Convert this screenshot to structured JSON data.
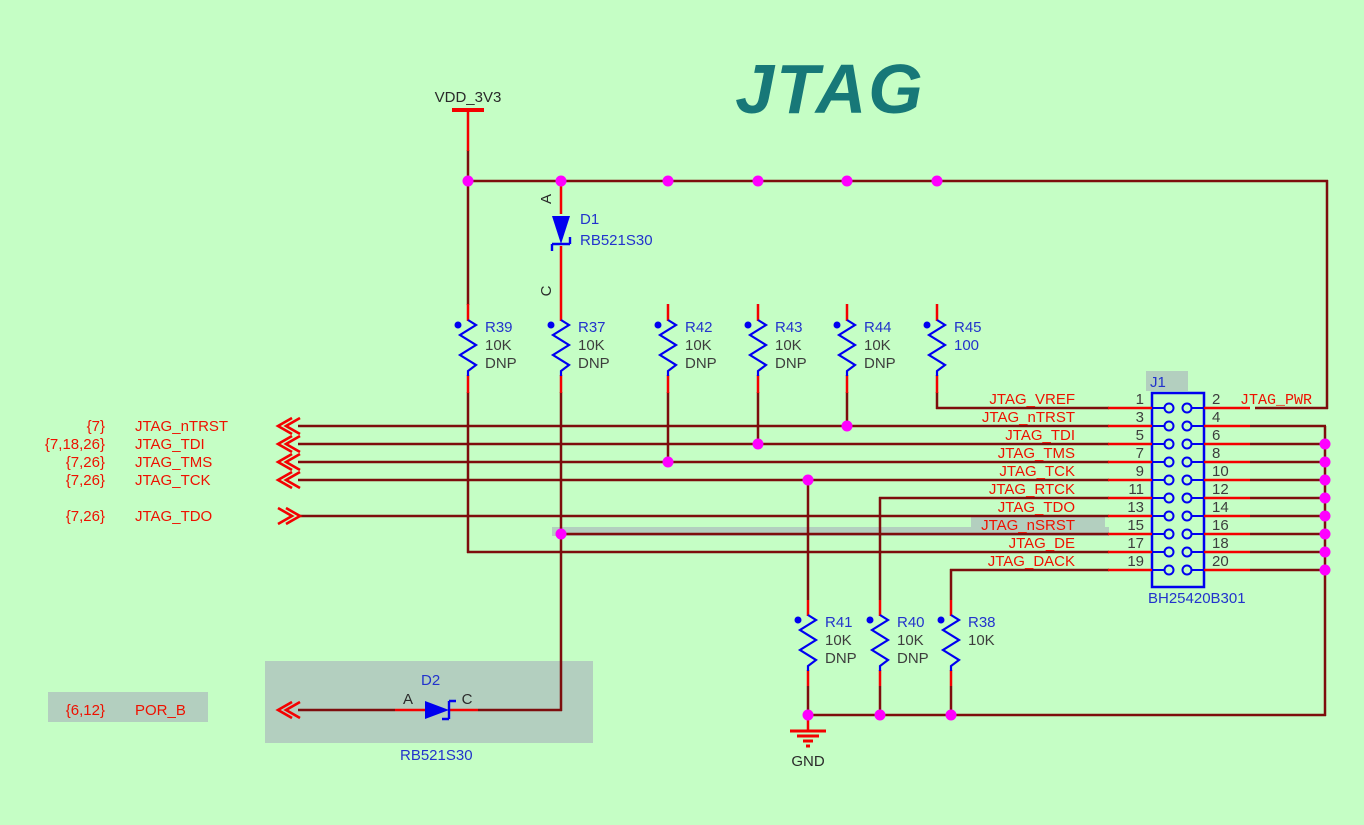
{
  "title": "JTAG",
  "power": {
    "vdd_label": "VDD_3V3",
    "gnd_label": "GND"
  },
  "colors": {
    "background": "#c5fec5",
    "wire": "#7d0d0d",
    "pin_lead": "#f40000",
    "junction": "#ff00ff",
    "symbol_blue": "#0000f0",
    "designator_blue": "#2233cc",
    "net_label_red": "#ee1100",
    "title_teal": "#177878",
    "selection_highlight": "#b3cfbf",
    "value_text": "#3d3d3d"
  },
  "ports": [
    {
      "refs": "{7}",
      "name": "JTAG_nTRST",
      "direction": "input"
    },
    {
      "refs": "{7,18,26}",
      "name": "JTAG_TDI",
      "direction": "input"
    },
    {
      "refs": "{7,26}",
      "name": "JTAG_TMS",
      "direction": "input"
    },
    {
      "refs": "{7,26}",
      "name": "JTAG_TCK",
      "direction": "input"
    },
    {
      "refs": "{7,26}",
      "name": "JTAG_TDO",
      "direction": "output"
    },
    {
      "refs": "{6,12}",
      "name": "POR_B",
      "direction": "input"
    }
  ],
  "resistors": [
    {
      "ref": "R39",
      "value": "10K",
      "note": "DNP"
    },
    {
      "ref": "R37",
      "value": "10K",
      "note": "DNP"
    },
    {
      "ref": "R42",
      "value": "10K",
      "note": "DNP"
    },
    {
      "ref": "R43",
      "value": "10K",
      "note": "DNP"
    },
    {
      "ref": "R44",
      "value": "10K",
      "note": "DNP"
    },
    {
      "ref": "R45",
      "value": "100"
    },
    {
      "ref": "R41",
      "value": "10K",
      "note": "DNP"
    },
    {
      "ref": "R40",
      "value": "10K",
      "note": "DNP"
    },
    {
      "ref": "R38",
      "value": "10K"
    }
  ],
  "diodes": [
    {
      "ref": "D1",
      "part": "RB521S30",
      "pins": {
        "anode": "A",
        "cathode": "C"
      }
    },
    {
      "ref": "D2",
      "part": "RB521S30",
      "pins": {
        "anode": "A",
        "cathode": "C"
      }
    }
  ],
  "connector": {
    "ref": "J1",
    "part": "BH25420B301",
    "rows": [
      {
        "label": "JTAG_VREF",
        "l": "1",
        "r": "2",
        "rlabel": "JTAG_PWR"
      },
      {
        "label": "JTAG_nTRST",
        "l": "3",
        "r": "4"
      },
      {
        "label": "JTAG_TDI",
        "l": "5",
        "r": "6"
      },
      {
        "label": "JTAG_TMS",
        "l": "7",
        "r": "8"
      },
      {
        "label": "JTAG_TCK",
        "l": "9",
        "r": "10"
      },
      {
        "label": "JTAG_RTCK",
        "l": "11",
        "r": "12"
      },
      {
        "label": "JTAG_TDO",
        "l": "13",
        "r": "14"
      },
      {
        "label": "JTAG_nSRST",
        "l": "15",
        "r": "16"
      },
      {
        "label": "JTAG_DE",
        "l": "17",
        "r": "18"
      },
      {
        "label": "JTAG_DACK",
        "l": "19",
        "r": "20"
      }
    ]
  }
}
